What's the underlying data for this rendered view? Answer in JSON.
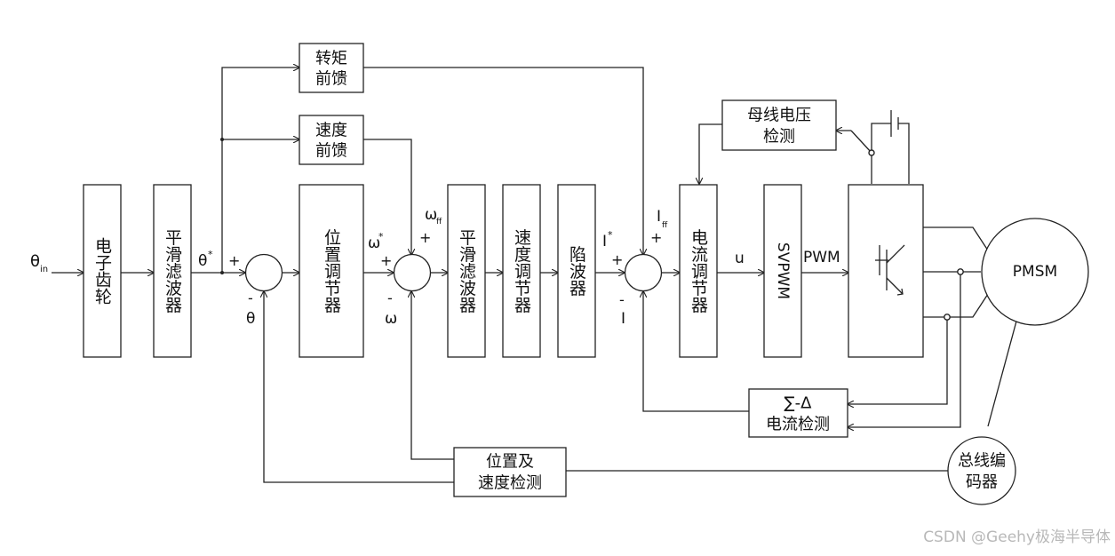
{
  "blocks": {
    "electronic_gear": "电子齿轮",
    "smoothing_filter_1": "平滑滤波器",
    "position_regulator": "位置调节器",
    "smoothing_filter_2": "平滑滤波器",
    "speed_regulator": "速度调节器",
    "notch_filter": "陷波器",
    "current_regulator": "电流调节器",
    "svpwm": "SVPWM",
    "torque_feedforward": [
      "转矩",
      "前馈"
    ],
    "speed_feedforward": [
      "速度",
      "前馈"
    ],
    "bus_voltage_detect": [
      "母线电压",
      "检测"
    ],
    "current_detect": [
      "∑-Δ",
      "电流检测"
    ],
    "pos_speed_detect": [
      "位置及",
      "速度检测"
    ],
    "bus_encoder": [
      "总线编",
      "码器"
    ],
    "motor": "PMSM"
  },
  "signals": {
    "theta_in": "θ",
    "theta_in_sub": "in",
    "theta_star": "θ",
    "star": "*",
    "theta": "θ",
    "omega_star": "ω",
    "omega": "ω",
    "omega_ff": "ω",
    "ff_sub": "ff",
    "i_star": "I",
    "i": "I",
    "i_ff": "I",
    "u": "u",
    "pwm": "PWM",
    "plus": "+",
    "minus": "-"
  },
  "watermark": "CSDN @Geehy极海半导体"
}
